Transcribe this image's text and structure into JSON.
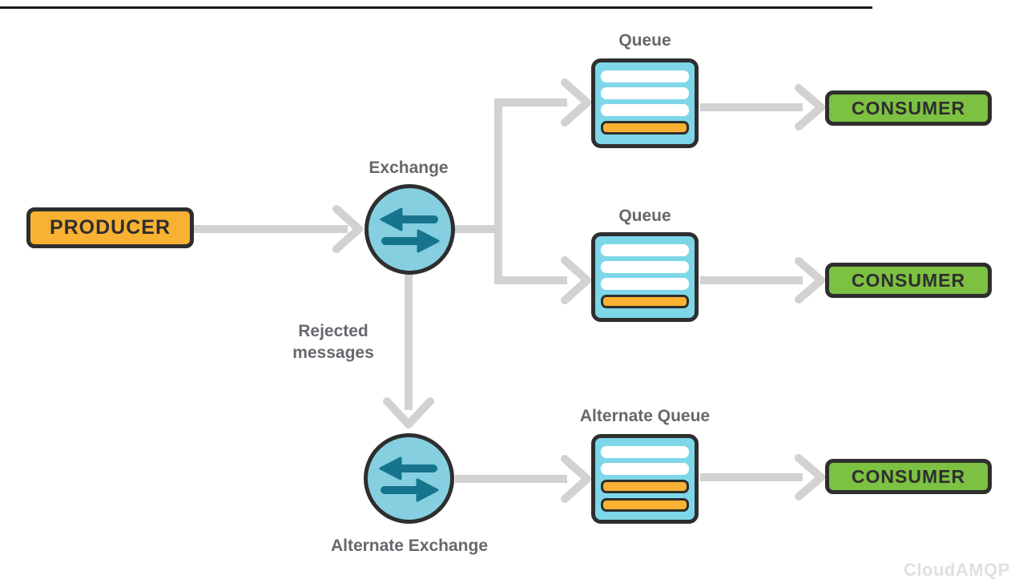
{
  "colors": {
    "orange": "#F8B133",
    "green": "#7CC142",
    "node-blue": "#85CFE0",
    "queue-blue": "#7ED7E8",
    "teal": "#16758D",
    "outline": "#2E2E2E",
    "label-gray": "#66686D",
    "connector-gray": "#D2D2D2",
    "watermark-gray": "#E0E0E0",
    "topline": "#1B1B1B"
  },
  "diagram": {
    "producer": {
      "label": "PRODUCER"
    },
    "exchange": {
      "label": "Exchange"
    },
    "alternate_exchange": {
      "label": "Alternate Exchange"
    },
    "rejected": {
      "line1": "Rejected",
      "line2": "messages"
    },
    "queues": [
      {
        "label": "Queue",
        "bars": [
          "white",
          "white",
          "white",
          "orange"
        ]
      },
      {
        "label": "Queue",
        "bars": [
          "white",
          "white",
          "white",
          "orange"
        ]
      },
      {
        "label": "Alternate Queue",
        "bars": [
          "white",
          "white",
          "orange",
          "orange"
        ]
      }
    ],
    "consumers": [
      {
        "label": "CONSUMER"
      },
      {
        "label": "CONSUMER"
      },
      {
        "label": "CONSUMER"
      }
    ],
    "watermark": "CloudAMQP"
  }
}
